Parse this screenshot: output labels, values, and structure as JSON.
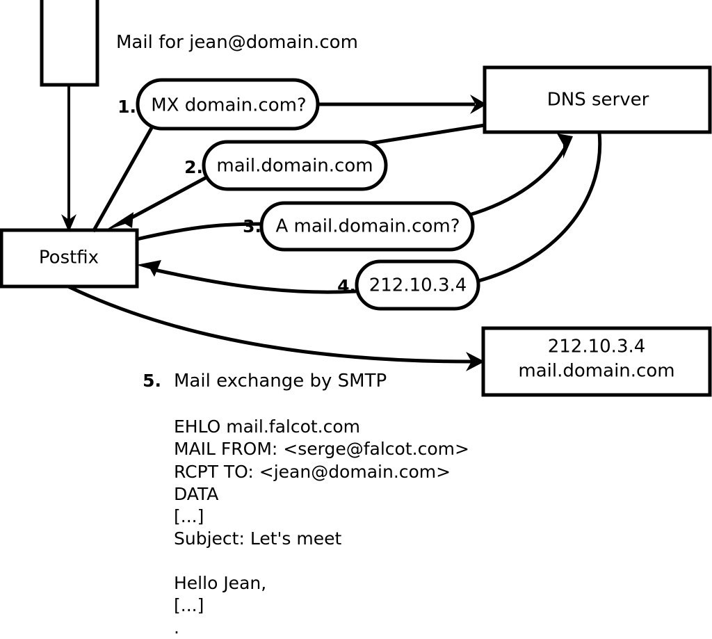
{
  "diagram": {
    "title_text": "Mail for jean@domain.com",
    "nodes": {
      "sender_box": {
        "label": ""
      },
      "postfix": {
        "label": "Postfix"
      },
      "dns_server": {
        "label": "DNS server"
      },
      "target_host": {
        "line1": "212.10.3.4",
        "line2": "mail.domain.com"
      }
    },
    "steps": [
      {
        "number": "1.",
        "message": "MX domain.com?"
      },
      {
        "number": "2.",
        "message": "mail.domain.com"
      },
      {
        "number": "3.",
        "message": "A mail.domain.com?"
      },
      {
        "number": "4.",
        "message": "212.10.3.4"
      }
    ],
    "step5": {
      "number": "5.",
      "caption": "Mail exchange by SMTP"
    },
    "smtp_transcript": [
      "EHLO mail.falcot.com",
      "MAIL FROM: <serge@falcot.com>",
      "RCPT TO: <jean@domain.com>",
      "DATA",
      "[...]",
      "Subject: Let's meet",
      "",
      "Hello Jean,",
      "[...]",
      "",
      "."
    ],
    "colors": {
      "stroke": "#000000",
      "fill": "#ffffff",
      "text": "#000000"
    }
  }
}
